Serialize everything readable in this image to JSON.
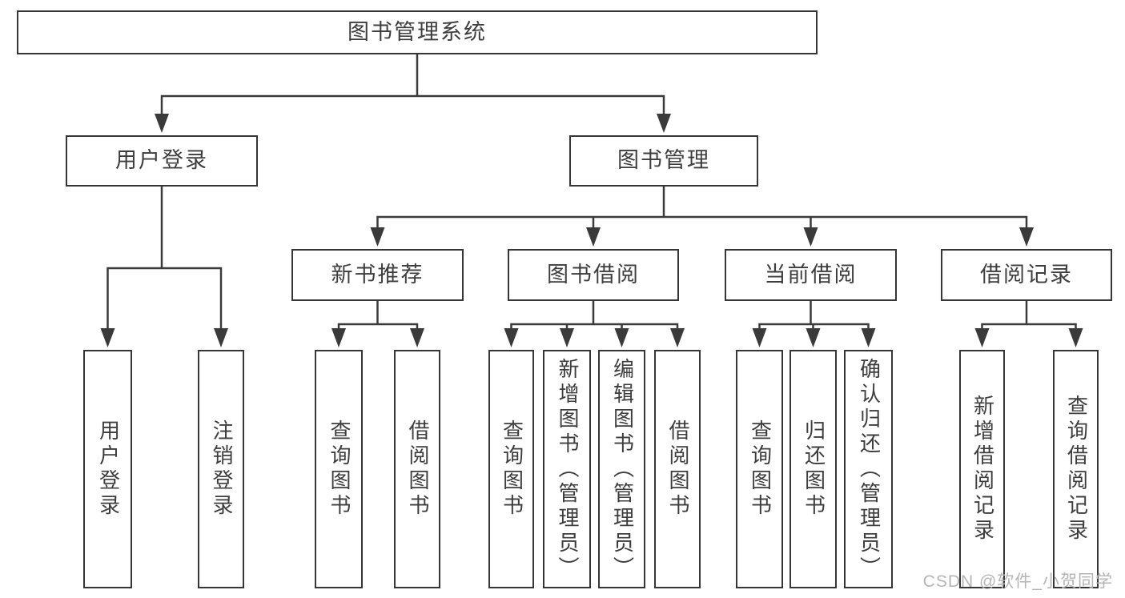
{
  "diagram": {
    "nodes": {
      "root": {
        "label": "图书管理系统"
      },
      "user-login": {
        "label": "用户登录"
      },
      "book-management": {
        "label": "图书管理"
      },
      "user-login-leaf": {
        "label": "用户登录"
      },
      "logout": {
        "label": "注销登录"
      },
      "new-book-recommend": {
        "label": "新书推荐"
      },
      "book-borrow": {
        "label": "图书借阅"
      },
      "current-borrow": {
        "label": "当前借阅"
      },
      "borrow-records": {
        "label": "借阅记录"
      },
      "nbr-query-book": {
        "label": "查询图书"
      },
      "nbr-borrow-book": {
        "label": "借阅图书"
      },
      "bb-query-book": {
        "label": "查询图书"
      },
      "bb-add-book": {
        "label": "新增图书（管理员）"
      },
      "bb-edit-book": {
        "label": "编辑图书（管理员）"
      },
      "bb-borrow-book": {
        "label": "借阅图书"
      },
      "cb-query-book": {
        "label": "查询图书"
      },
      "cb-return-book": {
        "label": "归还图书"
      },
      "cb-confirm-return": {
        "label": "确认归还（管理员）"
      },
      "br-add-record": {
        "label": "新增借阅记录"
      },
      "br-query-record": {
        "label": "查询借阅记录"
      }
    }
  },
  "watermark": {
    "text": "CSDN @软件_小贺同学",
    "color": "#b5b5b5"
  },
  "colors": {
    "line": "#3a3a3a",
    "box_border": "#363636",
    "box_background": "#ffffff",
    "text": "#3d3d3d",
    "page_background": "#ffffff"
  }
}
